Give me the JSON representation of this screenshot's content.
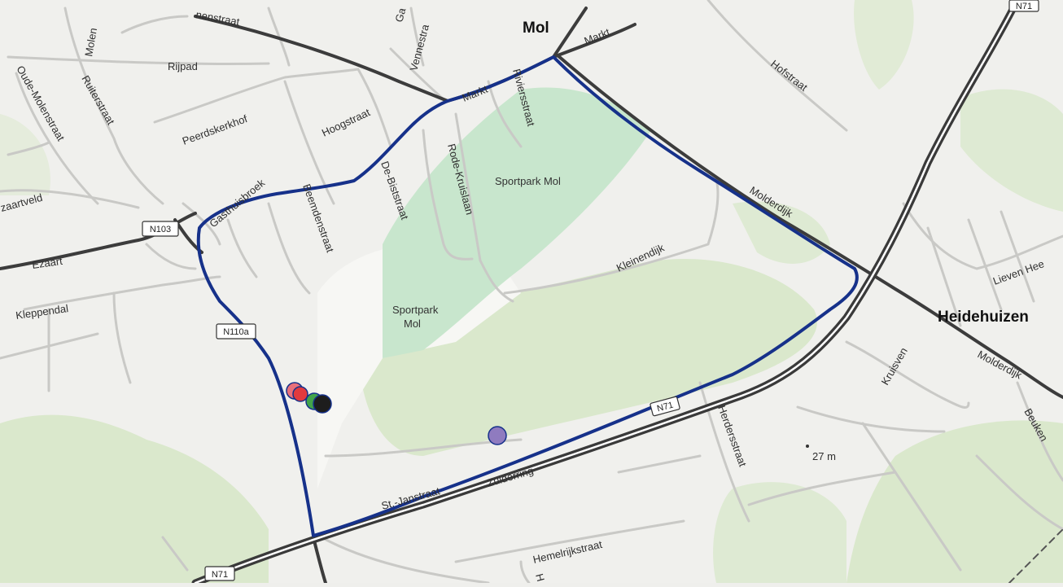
{
  "map": {
    "towns": {
      "mol": "Mol",
      "heidehuizen": "Heidehuizen"
    },
    "parks": {
      "sportpark_1": "Sportpark Mol",
      "sportpark_2_line1": "Sportpark",
      "sportpark_2_line2": "Mol"
    },
    "streets": {
      "nenstraat": "nenstraat",
      "molen": "Molen",
      "rijpad": "Rijpad",
      "oude_molenstraat": "Oude-Molenstraat",
      "ruiterstraat": "Ruiterstraat",
      "peerdskerkhof": "Peerdskerkhof",
      "hoogstraat": "Hoogstraat",
      "vennestra": "Vennestra",
      "ga": "Ga",
      "markt_1": "Markt",
      "markt_2": "Markt",
      "riviersstraat": "Riviersstraat",
      "hofstraat": "Hofstraat",
      "zaartveld": "zaartveld",
      "gasthuisbroek": "Gasthuisbroek",
      "beemdenstraat": "Beemdenstraat",
      "de_biststraat": "De-Biststraat",
      "rode_kruislaan": "Rode-Kruislaan",
      "molderdijk_1": "Molderdijk",
      "molderdijk_2": "Molderdijk",
      "ezaart": "Ezaart",
      "kleinendijk": "Kleinendijk",
      "lieven_hee": "Lieven Hee",
      "kleppendal": "Kleppendal",
      "kruisven": "Kruisven",
      "beukenh": "Beuken",
      "herdersstraat": "Herdersstraat",
      "st_janstraat": "St.-Janstraat",
      "zuiderring": "Zuiderring",
      "hemelrijkstraat": "Hemelrijkstraat",
      "h": "H"
    },
    "shields": {
      "n103": "N103",
      "n110a": "N110a",
      "n71_a": "N71",
      "n71_b": "N71",
      "n71_top": "N71"
    },
    "elevation": "27 m",
    "colors": {
      "route": "#16318a",
      "highway": "#3a3a3a",
      "park": "#c6e6cb",
      "forest": "#d6e6c5",
      "marker_pink": "#e9707a",
      "marker_red": "#e23a3e",
      "marker_green": "#42a44a",
      "marker_black": "#1d1d1d",
      "marker_purple": "#8f7bbf"
    },
    "markers": [
      {
        "name": "marker-pink",
        "color": "#e9707a"
      },
      {
        "name": "marker-red",
        "color": "#e23a3e"
      },
      {
        "name": "marker-green",
        "color": "#42a44a"
      },
      {
        "name": "marker-black",
        "color": "#1d1d1d"
      },
      {
        "name": "marker-purple",
        "color": "#8f7bbf"
      }
    ]
  }
}
